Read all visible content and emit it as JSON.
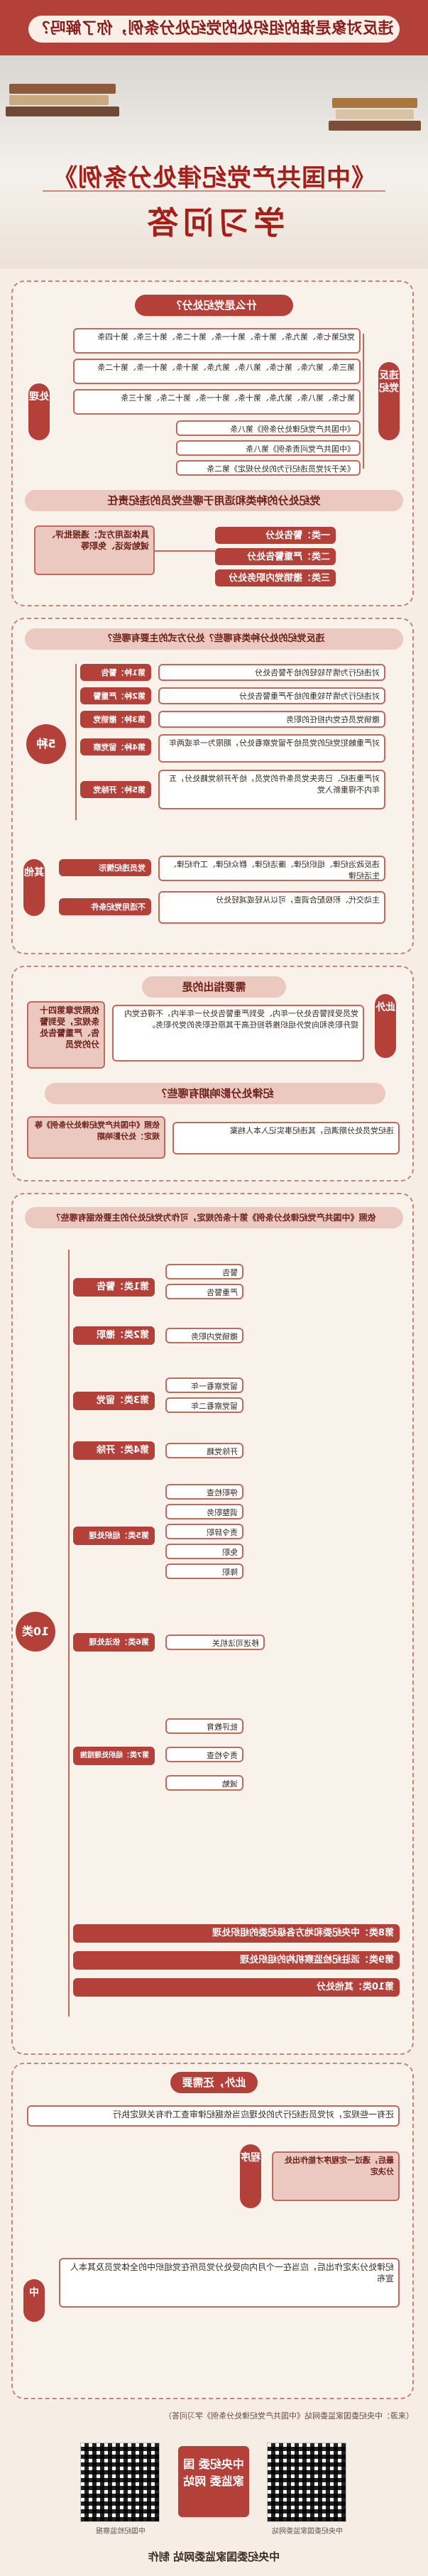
{
  "header": {
    "title": "违反对象是谁的组织处的党纪处分条例，你了解吗？",
    "hero_title": "《中国共产党纪律处分条例》",
    "hero_subtitle": "学习问答"
  },
  "section1": {
    "heading": "什么是党纪处分？",
    "left_tag": "违反党纪",
    "right_tag": "处理",
    "rows": [
      "党纪第七条、第九条、第十条、第十一条、第十二条、第十三条、第十四条",
      "第三条、第六条、第七条、第八条、第九条、第十条、第十一条、第十二条",
      "第七条、第八条、第九条、第十条、第十一条、第十二条、第十三条",
      "《中国共产党纪律处分条例》第八条",
      "《中国共产党问责条例》第八条",
      "《关于对党员违纪行为的处分规定》第二条"
    ],
    "sub_heading": "党纪处分的种类和适用于哪些党员的违纪责任",
    "center_label": "具体适用方式：通报批评、诫勉谈话、免职等",
    "items": [
      "一类：警告处分",
      "二类：严重警告处分",
      "三类：撤销党内职务处分"
    ]
  },
  "section2": {
    "heading": "违反党纪的处分种类有哪些？处分方式的主要有哪些？",
    "circle": "5种",
    "rows": [
      {
        "tag": "第1种：警告",
        "text": "对违纪行为情节较轻的给予警告处分"
      },
      {
        "tag": "第2种：严重警告",
        "text": "对违纪行为情节较重的给予严重警告处分"
      },
      {
        "tag": "第3种：撤销党内职务",
        "text": "撤销党员在党内担任的职务"
      },
      {
        "tag": "第4种：留党察看",
        "text": "对严重触犯党纪的党员给予留党察看处分，期限为一年或两年"
      },
      {
        "tag": "第5种：开除党籍",
        "text": "对严重违纪、已丧失党员条件的党员，给予开除党籍处分，五年内不得重新入党"
      }
    ],
    "extra_tag_left": "其他",
    "extra": [
      {
        "tag": "党员违纪情形",
        "text": "违反政治纪律、组织纪律、廉洁纪律、群众纪律、工作纪律、生活纪律"
      },
      {
        "tag": "不适用党纪条件",
        "text": "主动交代、积极配合调查，可以从轻或减轻处分"
      }
    ]
  },
  "section3": {
    "heading": "需要指出的是",
    "side_tag": "此外",
    "left_box": "依照党章第四十条规定，受到警告、严重警告处分的党员",
    "text": "党员受到警告处分一年内、受到严重警告处分一年半内，不得在党内提升职务和向党外组织推荐担任高于其原任职务的党外职务。",
    "sub_heading": "纪律处分影响期有哪些？",
    "bottom_left": "依照《中国共产党纪律处分条例》等规定：处分影响期",
    "bottom_right": "违纪党员处分期满后，其违纪事实记入本人档案"
  },
  "section4": {
    "heading": "依照《中国共产党纪律处分条例》第十条的规定，可作为党纪处分的主要依据有哪些？",
    "circle": "10类",
    "categories": [
      {
        "tag": "第1类：警告",
        "items": [
          "警告",
          "严重警告"
        ]
      },
      {
        "tag": "第2类：撤职",
        "items": [
          "撤销党内职务"
        ]
      },
      {
        "tag": "第3类：留党",
        "items": [
          "留党察看一年",
          "留党察看二年"
        ]
      },
      {
        "tag": "第4类：开除",
        "items": [
          "开除党籍"
        ]
      },
      {
        "tag": "第5类：组织处理",
        "items": [
          "停职检查",
          "调整职务",
          "责令辞职",
          "免职",
          "降职"
        ]
      },
      {
        "tag": "第6类：依法处理",
        "items": [
          "移送司法机关"
        ]
      },
      {
        "tag": "第7类：组织处理措施",
        "items": [
          "批评教育",
          "责令检查",
          "诫勉"
        ]
      }
    ],
    "bottom_rows": [
      "第8类：中央纪委和地方各级纪委的组织处理",
      "第9类：派驻纪检监察机构的组织处理",
      "第10类：其他处分"
    ]
  },
  "section5": {
    "heading": "此外，还需要",
    "rows": [
      "还有一些规定，对党员违纪行为的处理应当依据纪律审查工作有关规定执行",
      "最后，通过一定程序才能作出处分决定"
    ],
    "left_tag": "程序",
    "mid_tag": "中",
    "bottom": "纪律处分决定作出后，应当在一个月内向受处分党员所在党组织中的全体党员及其本人宣布"
  },
  "footer": {
    "note": "（来源：中央纪委国家监委网站《中国共产党纪律处分条例》学习问答）",
    "qr_left_caption": "中央纪委国家监委网站",
    "qr_right_caption": "中国纪检监察报",
    "logo_text": "中央纪委 国家监委 网站",
    "credit": "中央纪委国家监委网站 制作"
  }
}
